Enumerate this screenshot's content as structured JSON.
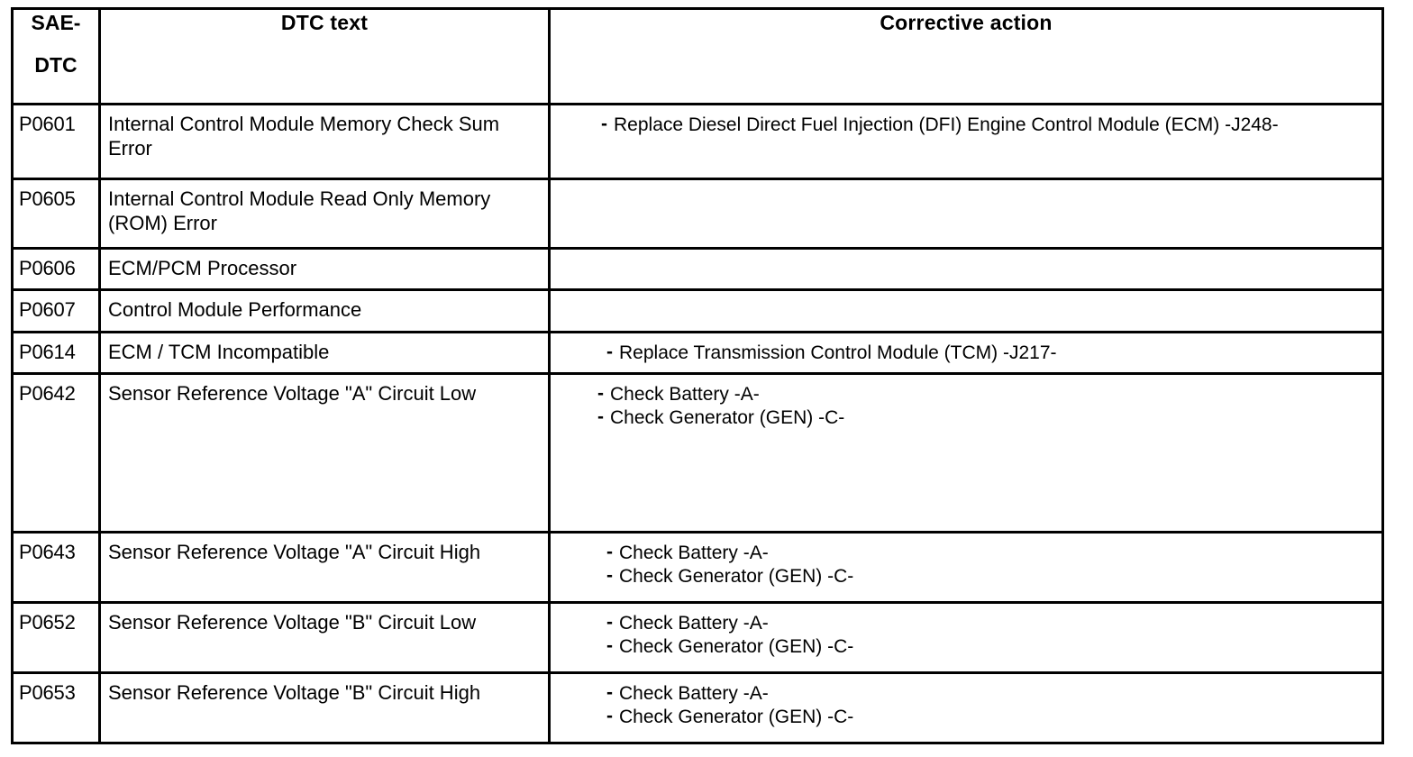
{
  "table": {
    "headers": {
      "code_line1": "SAE-",
      "code_line2": "DTC",
      "dtc_text": "DTC text",
      "corrective_action": "Corrective action"
    },
    "bullet_glyph": "-",
    "rows": [
      {
        "code": "P0601",
        "dtc_text": "Internal Control Module Memory Check Sum Error",
        "actions": [
          "Replace Diesel Direct Fuel Injection (DFI) Engine Control Module (ECM) -J248-"
        ]
      },
      {
        "code": "P0605",
        "dtc_text": "Internal Control Module Read Only Memory (ROM) Error",
        "actions": []
      },
      {
        "code": "P0606",
        "dtc_text": "ECM/PCM Processor",
        "actions": []
      },
      {
        "code": "P0607",
        "dtc_text": "Control Module Performance",
        "actions": []
      },
      {
        "code": "P0614",
        "dtc_text": "ECM / TCM Incompatible",
        "actions": [
          "Replace Transmission Control Module (TCM) -J217-"
        ]
      },
      {
        "code": "P0642",
        "dtc_text": "Sensor Reference Voltage \"A\" Circuit Low",
        "actions": [
          "Check Battery -A-",
          "Check Generator (GEN) -C-"
        ]
      },
      {
        "code": "P0643",
        "dtc_text": "Sensor Reference Voltage \"A\" Circuit High",
        "actions": [
          "Check Battery -A-",
          "Check Generator (GEN) -C-"
        ]
      },
      {
        "code": "P0652",
        "dtc_text": "Sensor Reference Voltage \"B\" Circuit Low",
        "actions": [
          "Check Battery -A-",
          "Check Generator (GEN) -C-"
        ]
      },
      {
        "code": "P0653",
        "dtc_text": "Sensor Reference Voltage \"B\" Circuit High",
        "actions": [
          "Check Battery -A-",
          "Check Generator (GEN) -C-"
        ]
      }
    ]
  },
  "colors": {
    "border": "#000000",
    "text": "#000000",
    "background": "#ffffff"
  }
}
